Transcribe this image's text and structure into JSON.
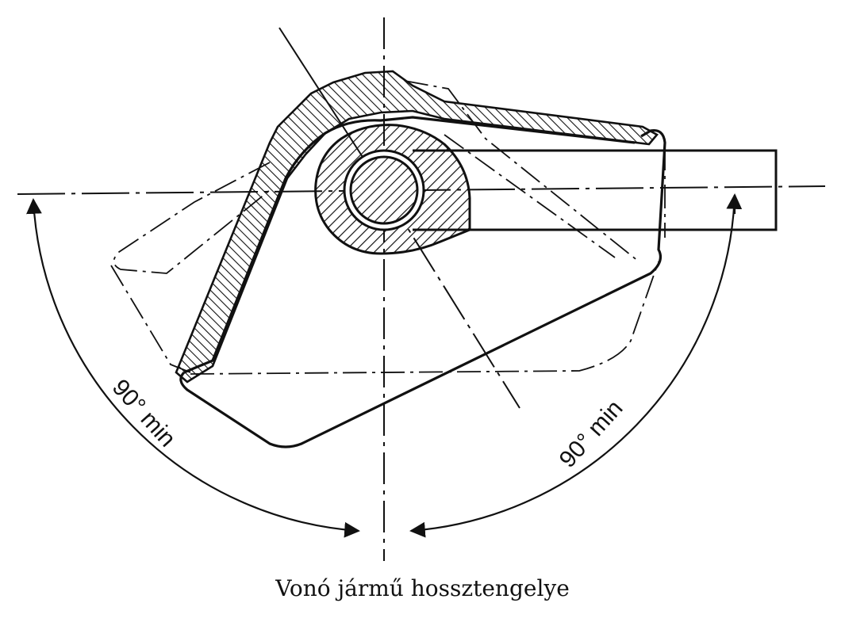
{
  "diagram": {
    "caption": "Vonó jármű hossztengelye",
    "angle_left": "90° min",
    "angle_right": "90° min"
  }
}
